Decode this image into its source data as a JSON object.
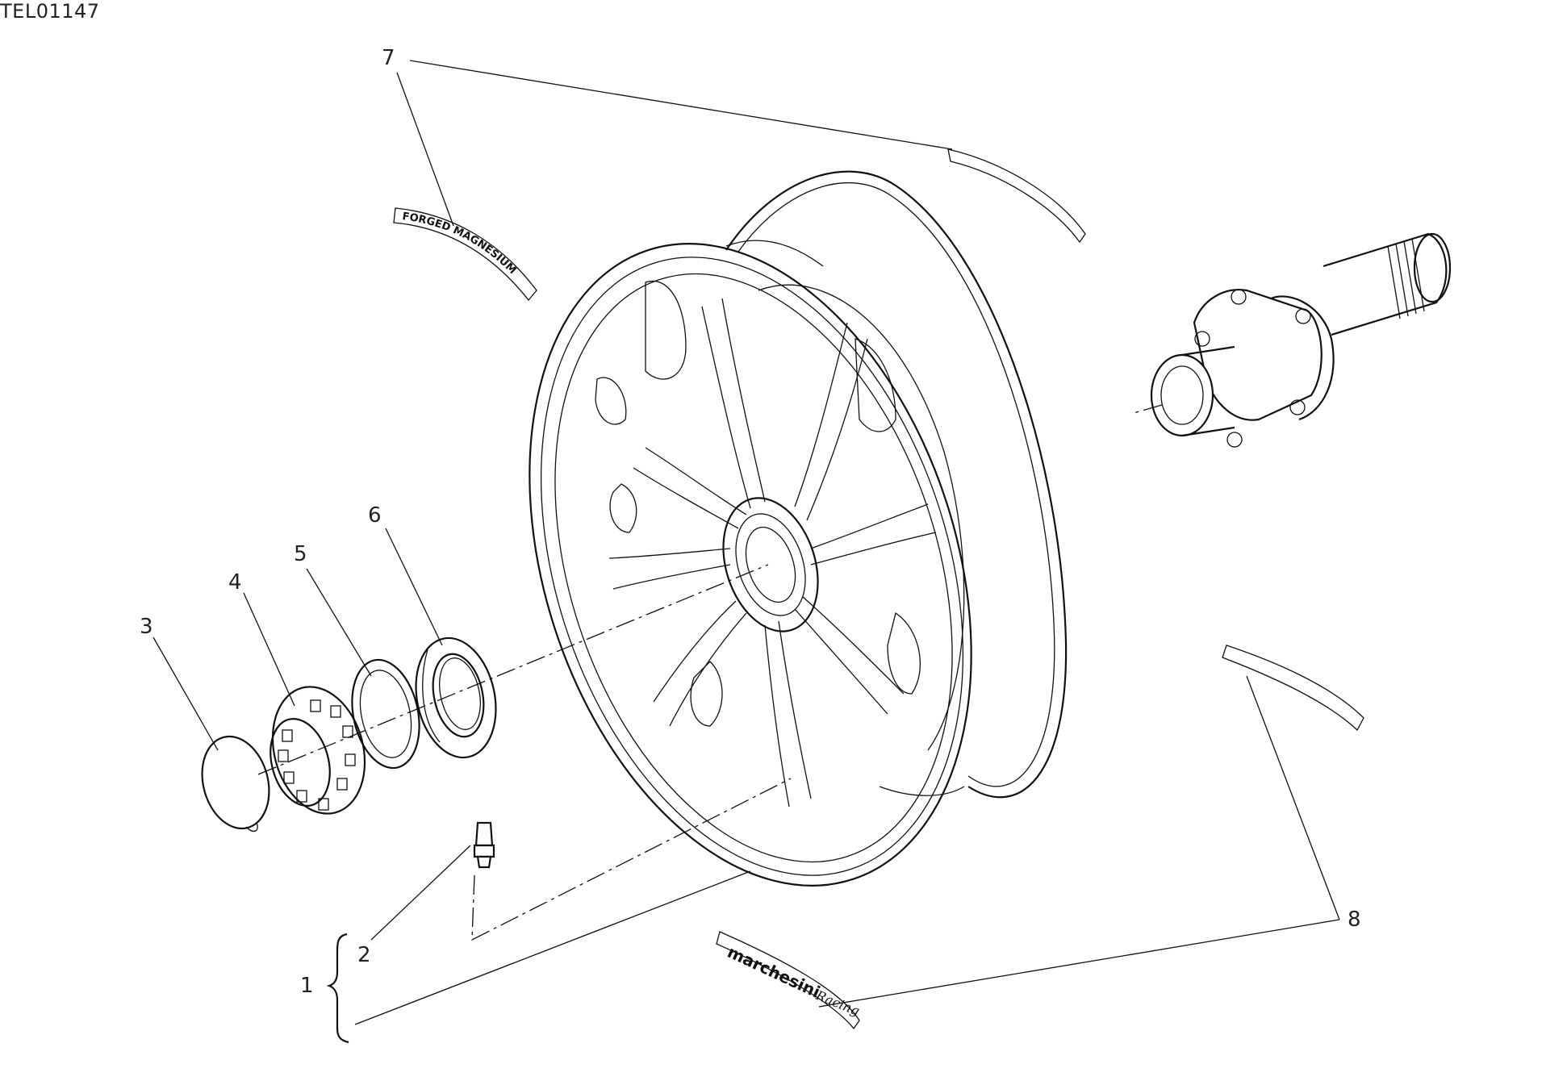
{
  "drawing_code": "TEL01147",
  "callouts": [
    "1",
    "2",
    "3",
    "4",
    "5",
    "6",
    "7",
    "8"
  ],
  "decals": {
    "upper": "FORGED MAGNESIUM",
    "lower_brand": "marchesini",
    "lower_script": "Racing"
  },
  "icons": [
    "wheel-rim-icon",
    "hub-axle-icon",
    "circlip-icon",
    "ring-nut-icon",
    "washer-icon",
    "seal-ring-icon",
    "valve-icon",
    "decal-strip-icon"
  ]
}
